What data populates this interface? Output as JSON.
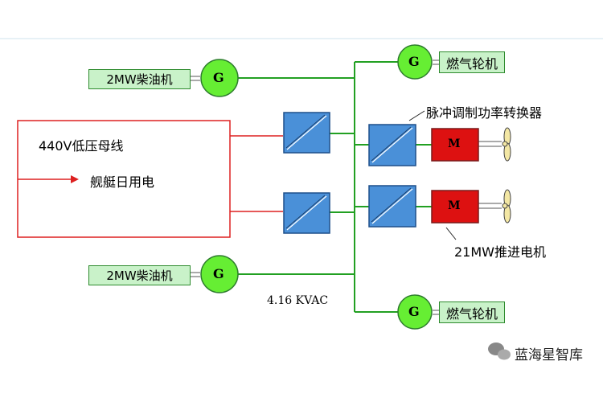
{
  "diesel_gen_top": {
    "label": "2MW柴油机",
    "symbol": "G"
  },
  "diesel_gen_bottom": {
    "label": "2MW柴油机",
    "symbol": "G"
  },
  "gas_turbine_top": {
    "label": "燃气轮机",
    "symbol": "G"
  },
  "gas_turbine_bottom": {
    "label": "燃气轮机",
    "symbol": "G"
  },
  "low_voltage_bus": {
    "label": "440V低压母线"
  },
  "ship_power": {
    "label": "舰艇日用电"
  },
  "pwm_converter": {
    "label": "脉冲调制功率转换器"
  },
  "propulsion_motor": {
    "label": "21MW推进电机",
    "symbol": "M"
  },
  "bus_voltage": {
    "label": "4.16 KVAC"
  },
  "watermark": {
    "label": "蓝海星智库"
  },
  "colors": {
    "bus_line": "#22a022",
    "low_voltage_line": "#dd2020",
    "generator_fill": "#66ee33",
    "label_box_fill": "#c9f2c9",
    "converter_fill": "#4a90d8",
    "motor_fill": "#dd1111"
  }
}
